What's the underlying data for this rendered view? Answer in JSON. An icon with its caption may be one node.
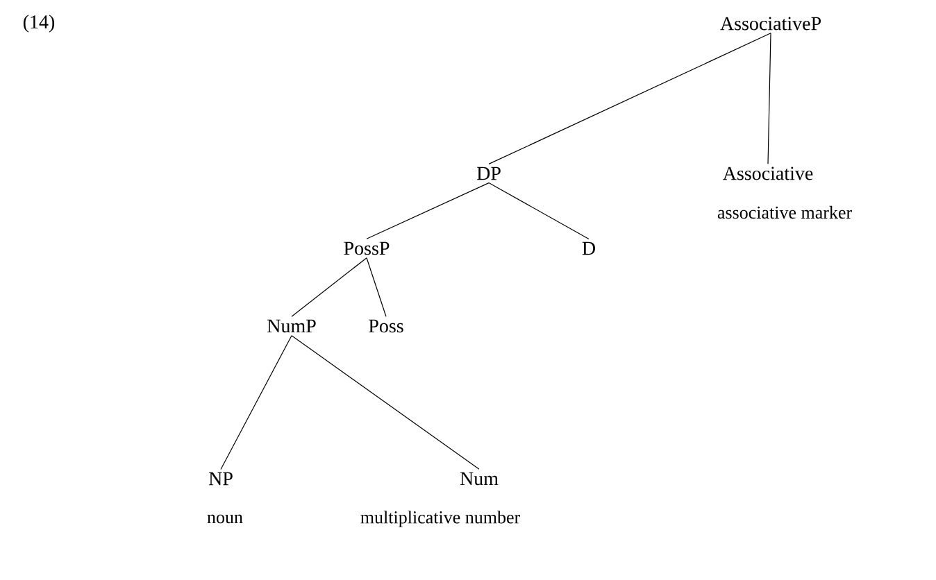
{
  "diagram": {
    "nodes": [
      {
        "text": [
          "AssociativeP"
        ]
      },
      {
        "text": [
          "DP"
        ]
      },
      {
        "text": [
          "Associative"
        ],
        "beside": [
          "associative marker"
        ]
      },
      {
        "text": [
          "PossP"
        ]
      },
      {
        "text": [
          "D"
        ]
      },
      {
        "text": [
          "NumP"
        ]
      },
      {
        "text": [
          "Poss"
        ]
      },
      {
        "text": [
          "NP"
        ],
        "beside": [
          "noun"
        ]
      },
      {
        "text": [
          "Num"
        ],
        "beside": [
          "multiplicative number"
        ]
      }
    ],
    "edges": [
      {
        "from": 0,
        "to": 1,
        "arrow": "none"
      },
      {
        "from": 0,
        "to": 2,
        "arrow": "none"
      },
      {
        "from": 1,
        "to": 3,
        "arrow": "none"
      },
      {
        "from": 1,
        "to": 4,
        "arrow": "none"
      },
      {
        "from": 3,
        "to": 5,
        "arrow": "none"
      },
      {
        "from": 3,
        "to": 6,
        "arrow": "none"
      },
      {
        "from": 5,
        "to": 7,
        "arrow": "none"
      },
      {
        "from": 5,
        "to": 8,
        "arrow": "none"
      }
    ],
    "labels": [
      "(14)"
    ]
  }
}
